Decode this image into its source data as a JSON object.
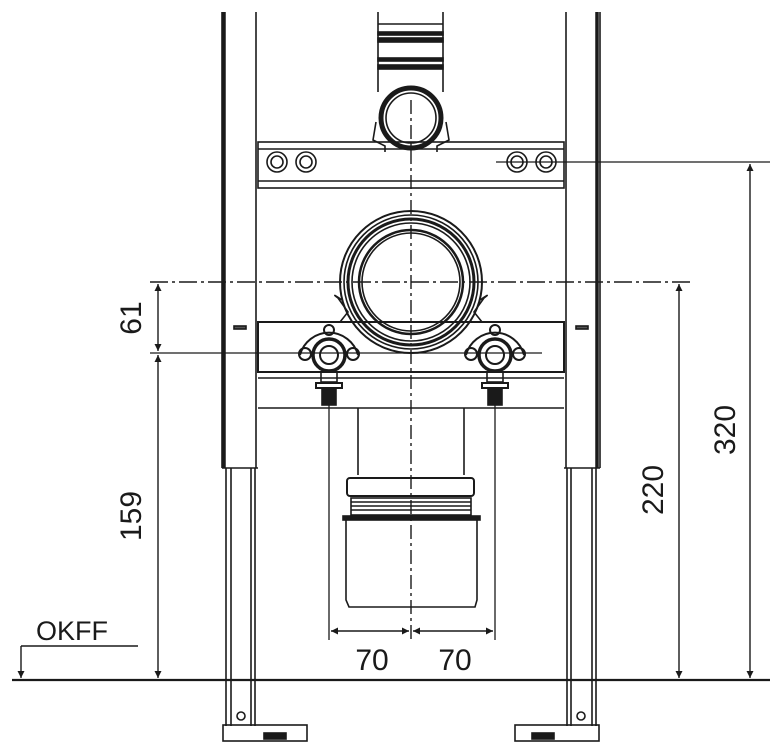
{
  "drawing": {
    "subject": "WC installation frame front elevation",
    "line_color": "#1a1a1a",
    "background": "#ffffff",
    "floor_label": "OKFF",
    "dimensions": {
      "drain_to_inlet_vertical": "61",
      "inlet_height_above_floor": "159",
      "drain_center_height": "220",
      "fixing_bolt_height": "320",
      "inlet_left_offset": "70",
      "inlet_right_offset": "70"
    }
  }
}
